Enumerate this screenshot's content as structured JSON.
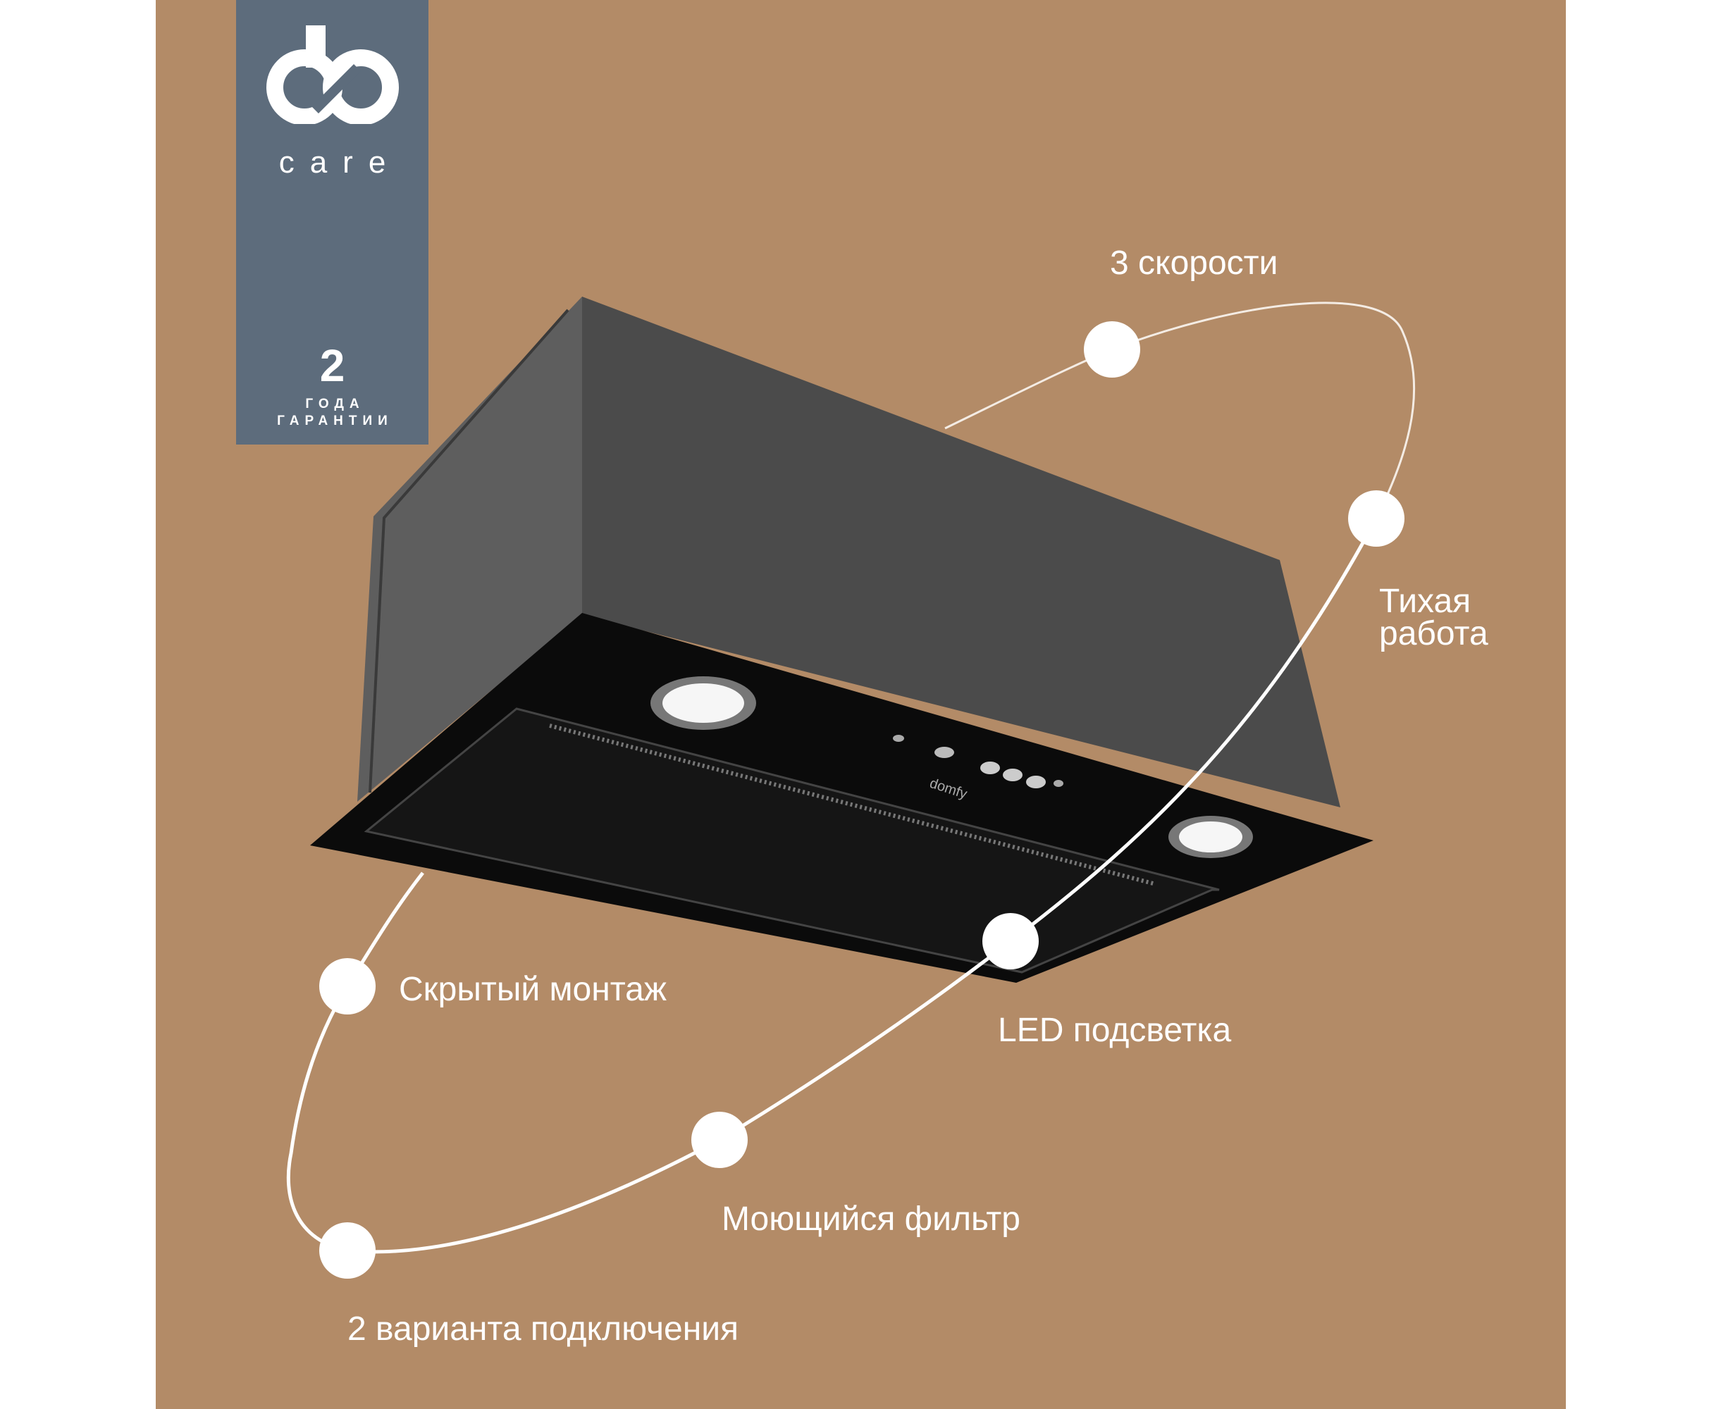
{
  "badge": {
    "logo_text": "care",
    "years": "2",
    "line1": "ГОДА",
    "line2": "ГАРАНТИИ"
  },
  "product": {
    "brand": "domfy"
  },
  "features": [
    {
      "label": "3 скорости"
    },
    {
      "label": "Тихая работа"
    },
    {
      "label": "Скрытый монтаж"
    },
    {
      "label": "LED подсветка"
    },
    {
      "label": "Моющийся фильтр"
    },
    {
      "label": "2 варианта подключения"
    }
  ],
  "colors": {
    "background": "#b38b67",
    "badge": "#5d6c7c",
    "accent": "#ffffff"
  }
}
